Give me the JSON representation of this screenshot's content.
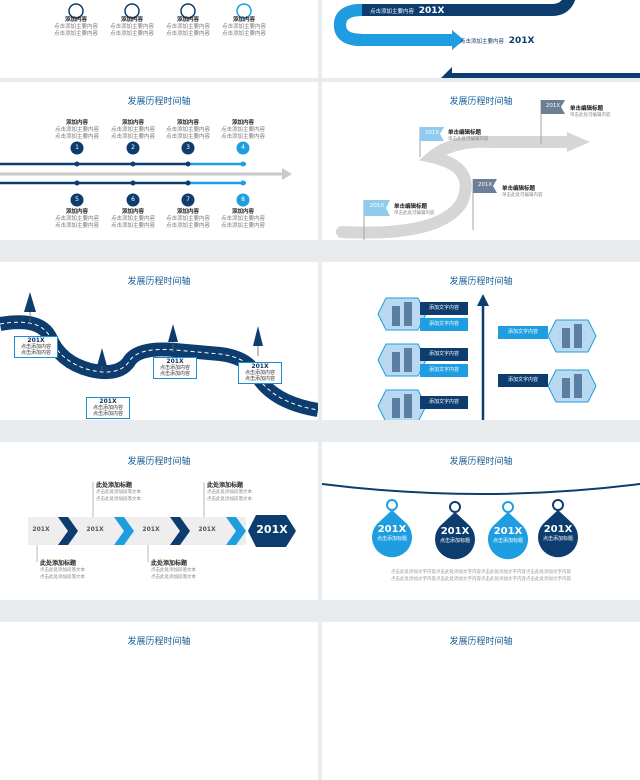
{
  "colors": {
    "dark_blue": "#0d3c6e",
    "light_blue": "#1e9ee0",
    "title_blue": "#1a5f97",
    "grey": "#cfcfcf"
  },
  "slide1": {
    "items": [
      {
        "title": "添加内容",
        "lines": [
          "点击添加主要内容",
          "点击添加主要内容"
        ]
      },
      {
        "title": "添加内容",
        "lines": [
          "点击添加主要内容",
          "点击添加主要内容"
        ]
      },
      {
        "title": "添加内容",
        "lines": [
          "点击添加主要内容",
          "点击添加主要内容"
        ]
      },
      {
        "title": "添加内容",
        "lines": [
          "点击添加主要内容",
          "点击添加主要内容"
        ]
      }
    ]
  },
  "slide2": {
    "rows": [
      {
        "text": "点击添加主要内容",
        "year": "201X"
      },
      {
        "text": "点击添加主要内容",
        "year": "201X"
      }
    ]
  },
  "slide3": {
    "title": "发展历程时间轴",
    "top_items": [
      {
        "num": "1",
        "title": "添加内容",
        "lines": [
          "点击添加主要内容",
          "点击添加主要内容"
        ]
      },
      {
        "num": "2",
        "title": "添加内容",
        "lines": [
          "点击添加主要内容",
          "点击添加主要内容"
        ]
      },
      {
        "num": "3",
        "title": "添加内容",
        "lines": [
          "点击添加主要内容",
          "点击添加主要内容"
        ]
      },
      {
        "num": "4",
        "title": "添加内容",
        "lines": [
          "点击添加主要内容",
          "点击添加主要内容"
        ]
      }
    ],
    "bottom_items": [
      {
        "num": "5",
        "title": "添加内容",
        "lines": [
          "点击添加主要内容",
          "点击添加主要内容"
        ]
      },
      {
        "num": "6",
        "title": "添加内容",
        "lines": [
          "点击添加主要内容",
          "点击添加主要内容"
        ]
      },
      {
        "num": "7",
        "title": "添加内容",
        "lines": [
          "点击添加主要内容",
          "点击添加主要内容"
        ]
      },
      {
        "num": "8",
        "title": "添加内容",
        "lines": [
          "点击添加主要内容",
          "点击添加主要内容"
        ]
      }
    ]
  },
  "slide4": {
    "title": "发展历程时间轴",
    "flags": [
      {
        "year": "201X",
        "head": "单击编辑标题",
        "sub": "单击此处可编辑内容"
      },
      {
        "year": "201X",
        "head": "单击编辑标题",
        "sub": "单击此处可编辑内容"
      },
      {
        "year": "201X",
        "head": "单击编辑标题",
        "sub": "单击此处可编辑内容"
      },
      {
        "year": "201X",
        "head": "单击编辑标题",
        "sub": "单击此处可编辑内容"
      }
    ]
  },
  "slide5": {
    "title": "发展历程时间轴",
    "boxes": [
      {
        "year": "201X",
        "line1": "点击添加内容",
        "line2": "点击添加内容"
      },
      {
        "year": "201X",
        "line1": "点击添加内容",
        "line2": "点击添加内容"
      },
      {
        "year": "201X",
        "line1": "点击添加内容",
        "line2": "点击添加内容"
      },
      {
        "year": "201X",
        "line1": "点击添加内容",
        "line2": "点击添加内容"
      }
    ]
  },
  "slide6": {
    "title": "发展历程时间轴",
    "labels": [
      "添加文字内容",
      "添加文字内容",
      "添加文字内容",
      "添加文字内容",
      "添加文字内容",
      "添加文字内容",
      "添加文字内容"
    ]
  },
  "slide7": {
    "title": "发展历程时间轴",
    "top_items": [
      {
        "head": "此处添加标题",
        "lines": [
          "点击此处添加段落文本",
          "点击此处添加段落文本"
        ]
      },
      {
        "head": "此处添加标题",
        "lines": [
          "点击此处添加段落文本",
          "点击此处添加段落文本"
        ]
      }
    ],
    "bottom_items": [
      {
        "head": "此处添加标题",
        "lines": [
          "点击此处添加段落文本",
          "点击此处添加段落文本"
        ]
      },
      {
        "head": "此处添加标题",
        "lines": [
          "点击此处添加段落文本",
          "点击此处添加段落文本"
        ]
      }
    ],
    "years": [
      "201X",
      "201X",
      "201X",
      "201X"
    ],
    "final_year": "201X"
  },
  "slide8": {
    "title": "发展历程时间轴",
    "tags": [
      {
        "year": "201X",
        "text": "点击添加标题"
      },
      {
        "year": "201X",
        "text": "点击添加标题"
      },
      {
        "year": "201X",
        "text": "点击添加标题"
      },
      {
        "year": "201X",
        "text": "点击添加标题"
      }
    ],
    "paragraph": [
      "点击此处添加文字内容点击此处添加文字内容点击此处添加文字内容点击此处添加文字内容",
      "点击此处添加文字内容点击此处添加文字内容点击此处添加文字内容点击此处添加文字内容"
    ]
  },
  "slide9": {
    "title": "发展历程时间轴"
  },
  "slide10": {
    "title": "发展历程时间轴"
  }
}
